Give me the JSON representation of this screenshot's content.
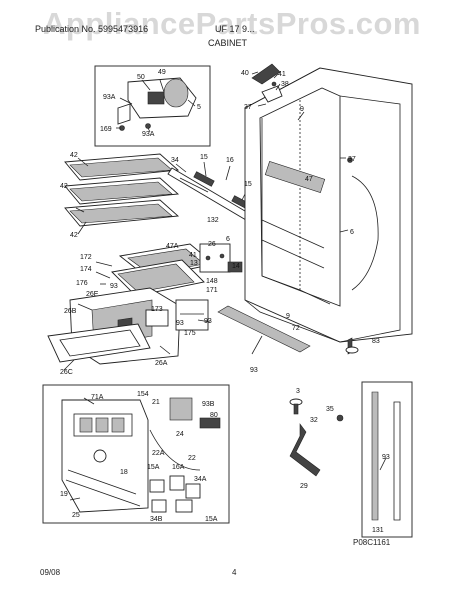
{
  "watermark": "AppliancePartsPros.com",
  "header": {
    "publication_text": "Publication No. 5995473916",
    "model_text": "UF 17 9...",
    "section_title": "CABINET"
  },
  "callouts": {
    "top_inset": [
      "50",
      "49",
      "93A",
      "5",
      "169",
      "93A"
    ],
    "shelves": [
      "42",
      "42",
      "42"
    ],
    "brackets": [
      "34",
      "15",
      "16",
      "15",
      "132"
    ],
    "cabinet": [
      "40",
      "41",
      "38",
      "37",
      "9",
      "37",
      "47",
      "6",
      "6",
      "72",
      "9",
      "83"
    ],
    "drawer": [
      "47A",
      "26",
      "41",
      "13",
      "14",
      "148",
      "171",
      "172",
      "174",
      "176",
      "93",
      "26E",
      "26B",
      "173",
      "93",
      "175",
      "26A",
      "26C",
      "93",
      "93"
    ],
    "control_inset": [
      "71A",
      "154",
      "21",
      "93B",
      "80",
      "24",
      "22A",
      "22",
      "18",
      "15A",
      "16A",
      "34A",
      "19",
      "25",
      "34B",
      "15A"
    ],
    "hinge_inset": [
      "3",
      "35",
      "32",
      "29"
    ],
    "gasket_inset": [
      "93",
      "131"
    ]
  },
  "figure_code": "P08C1161",
  "footer": {
    "date": "09/08",
    "page": "4"
  }
}
